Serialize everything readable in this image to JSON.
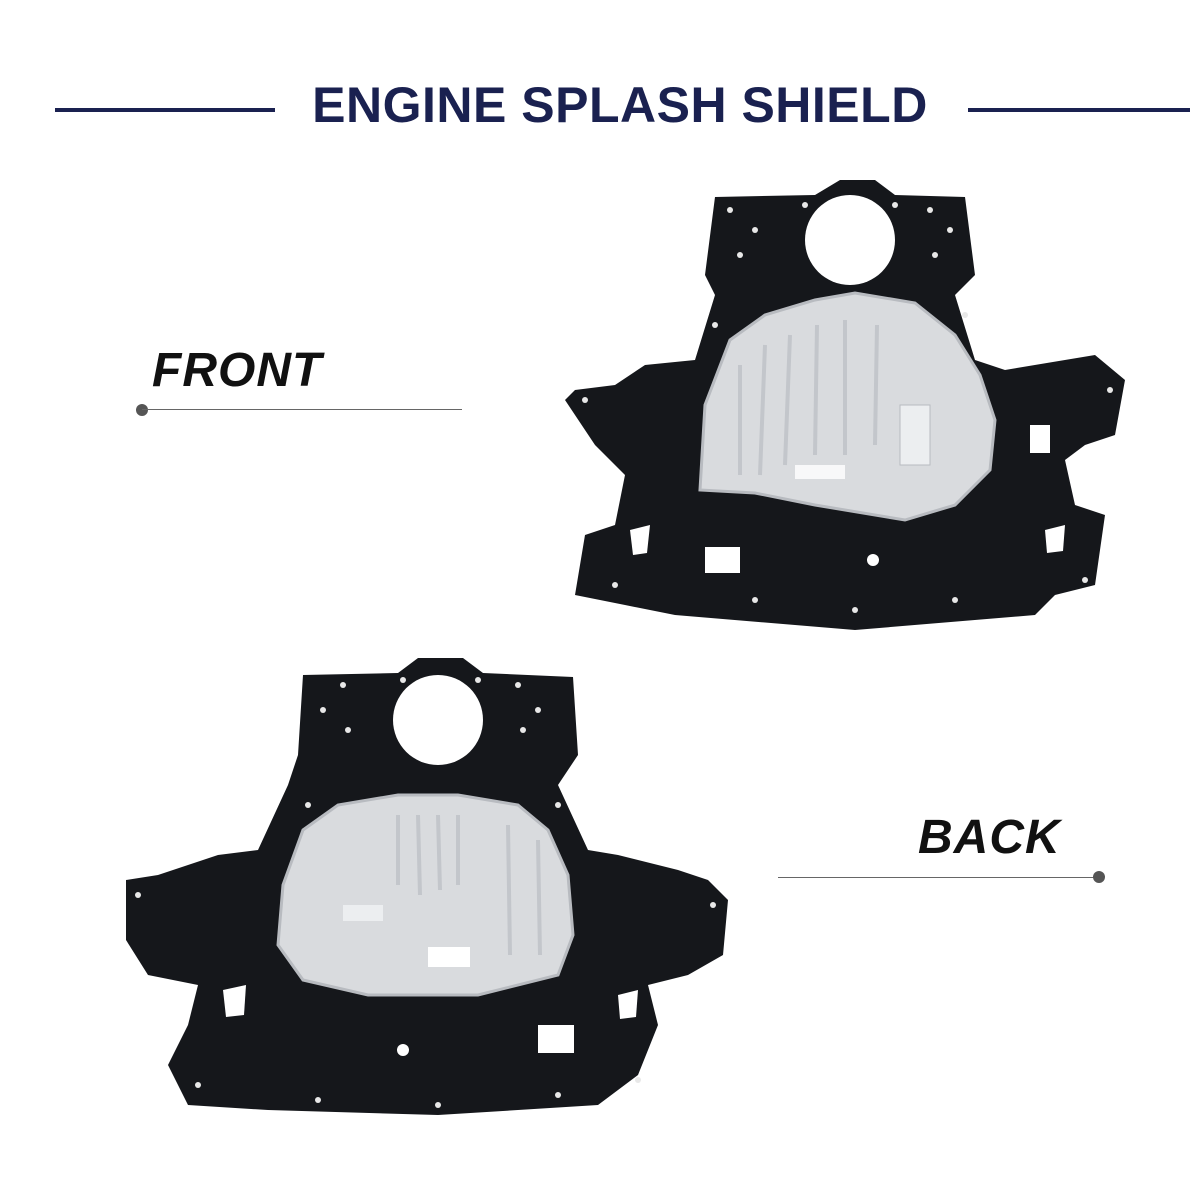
{
  "header": {
    "title": "ENGINE SPLASH SHIELD"
  },
  "views": [
    {
      "label": "FRONT",
      "photo": "engine-splash-shield-front-photo"
    },
    {
      "label": "BACK",
      "photo": "engine-splash-shield-back-photo"
    }
  ],
  "colors": {
    "title": "#1a2150",
    "plastic": "#15171b",
    "aluminum": "#d9dbde",
    "label_text": "#111111"
  }
}
